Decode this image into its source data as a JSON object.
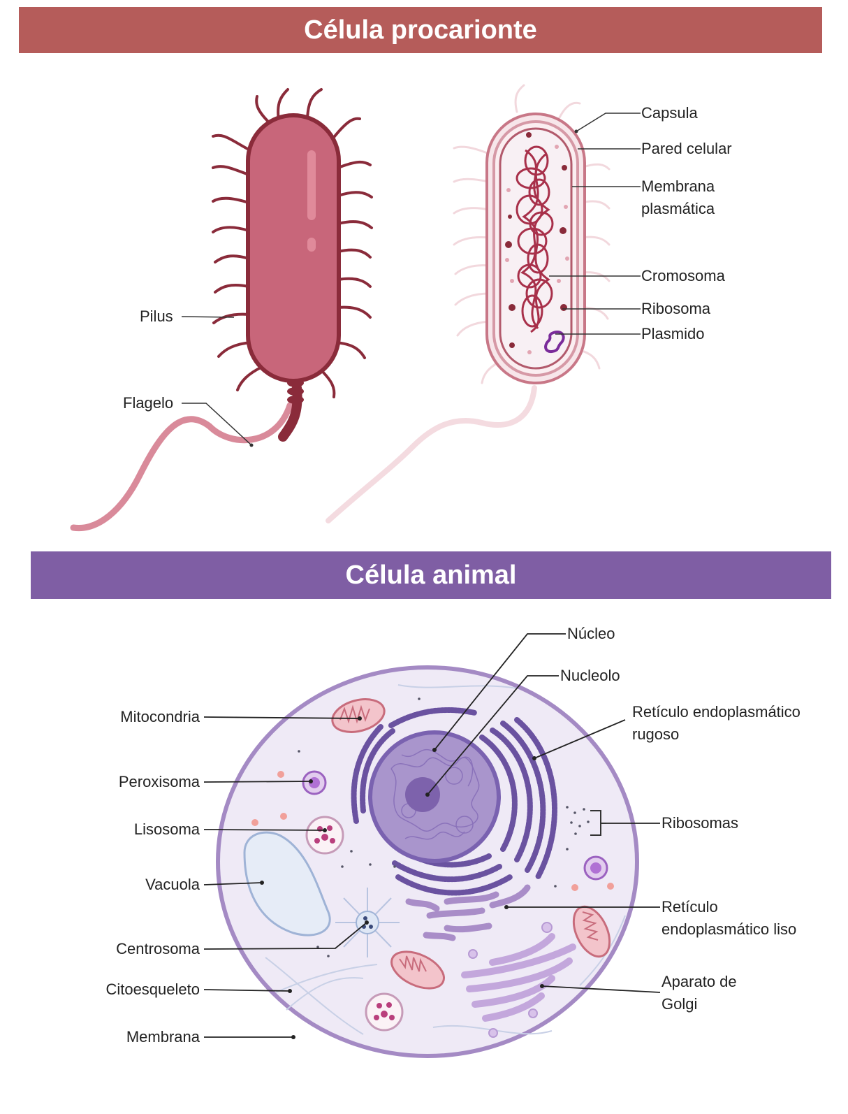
{
  "colors": {
    "prokaryote_banner": "#b55c5a",
    "animal_banner": "#7f5ea4",
    "bacterium_body": "#c8667a",
    "bacterium_outline": "#8a2b3a",
    "cell_membrane": "#a48ac4",
    "cell_cytoplasm": "#efeaf6",
    "nucleus": "#9d88c4",
    "er": "#6a52a0"
  },
  "prokaryote": {
    "title": "Célula procarionte",
    "labels": {
      "pilus": "Pilus",
      "flagelo": "Flagelo",
      "capsula": "Capsula",
      "pared_celular": "Pared celular",
      "membrana_1": "Membrana",
      "membrana_2": "plasmática",
      "cromosoma": "Cromosoma",
      "ribosoma": "Ribosoma",
      "plasmido": "Plasmido"
    }
  },
  "animal": {
    "title": "Célula animal",
    "labels": {
      "nucleo": "Núcleo",
      "nucleolo": "Nucleolo",
      "rer_1": "Retículo endoplasmático",
      "rer_2": "rugoso",
      "ribosomas": "Ribosomas",
      "ser_1": "Retículo",
      "ser_2": "endoplasmático liso",
      "golgi_1": "Aparato de",
      "golgi_2": "Golgi",
      "mitocondria": "Mitocondria",
      "peroxisoma": "Peroxisoma",
      "lisosoma": "Lisosoma",
      "vacuola": "Vacuola",
      "centrosoma": "Centrosoma",
      "citoesqueleto": "Citoesqueleto",
      "membrana": "Membrana"
    }
  }
}
